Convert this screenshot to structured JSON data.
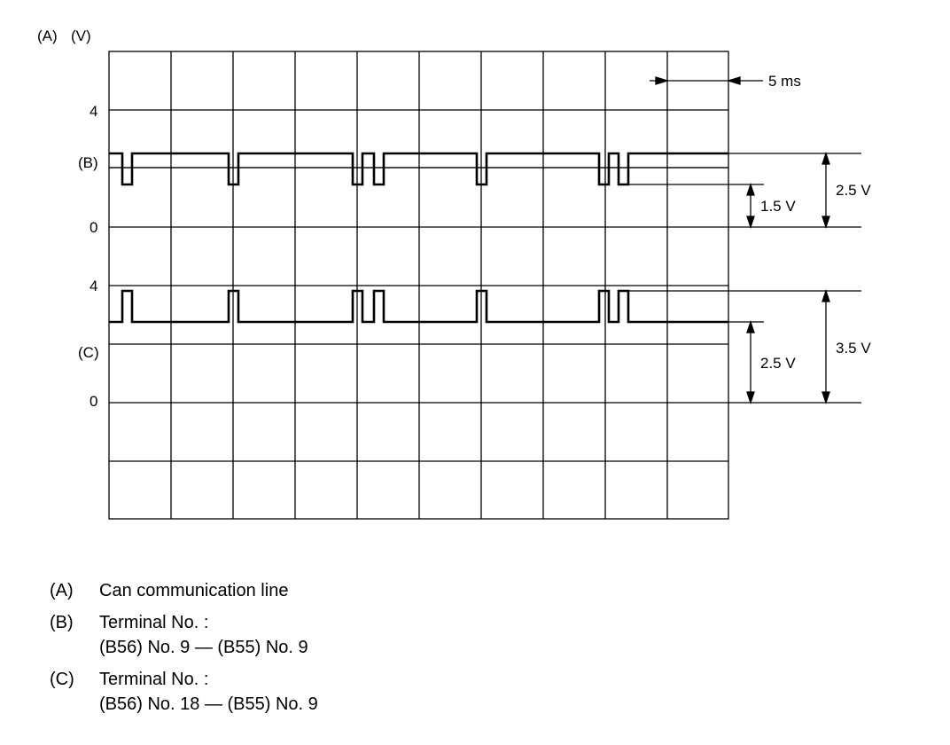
{
  "diagram": {
    "header_a": "(A)",
    "header_unit": "(V)",
    "trace_b_label": "(B)",
    "trace_c_label": "(C)",
    "tick_4_upper": "4",
    "tick_0_upper": "0",
    "tick_4_lower": "4",
    "tick_0_lower": "0",
    "time_div": "5 ms",
    "b_low_level": "1.5 V",
    "b_high_level": "2.5 V",
    "c_low_level": "2.5 V",
    "c_high_level": "3.5 V"
  },
  "legend": [
    {
      "key": "(A)",
      "text": "Can communication line"
    },
    {
      "key": "(B)",
      "text": "Terminal No. :\n(B56) No. 9 — (B55) No. 9"
    },
    {
      "key": "(C)",
      "text": "Terminal No. :\n(B56) No. 18 — (B55) No. 9"
    }
  ]
}
